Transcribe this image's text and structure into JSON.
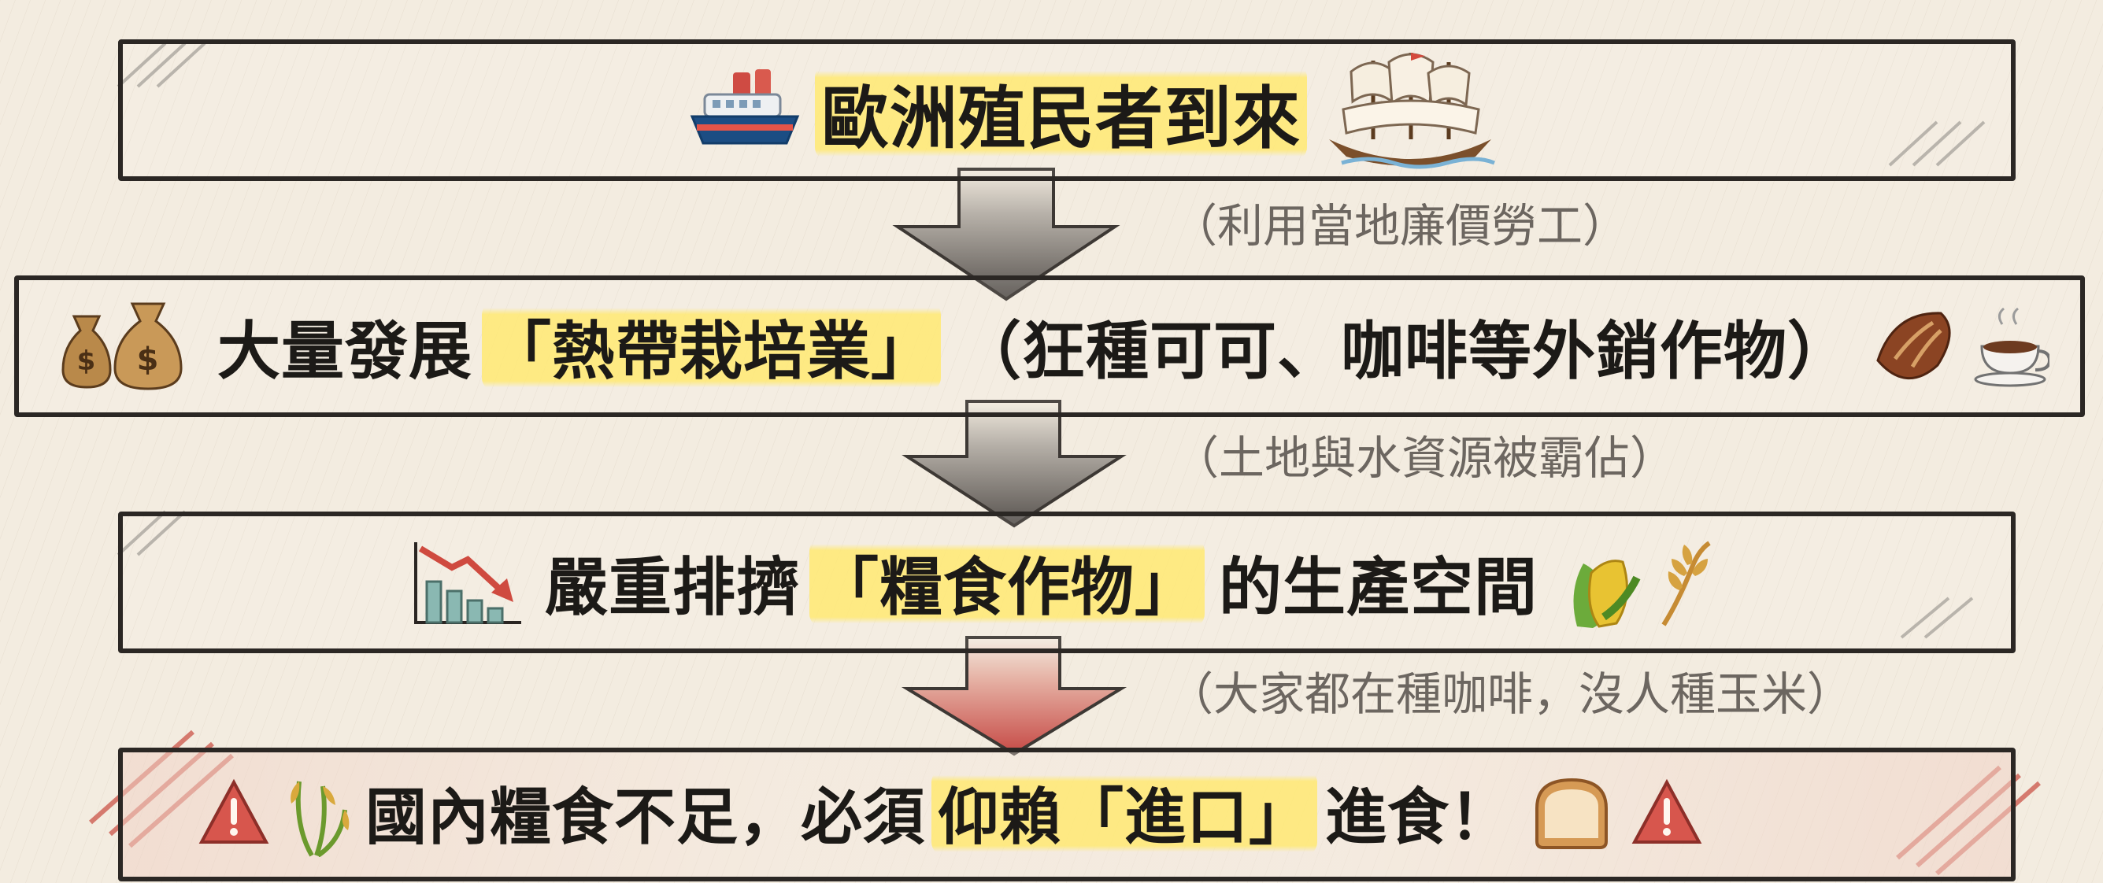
{
  "steps": [
    {
      "prefix": "",
      "highlight": "歐洲殖民者到來",
      "suffix": "",
      "icons_left": [
        "ship-icon"
      ],
      "icons_right": [
        "sailing-ship-icon"
      ]
    },
    {
      "prefix": "大量發展",
      "highlight": "「熱帶栽培業」",
      "suffix": "（狂種可可、咖啡等外銷作物）",
      "icons_left": [
        "money-bag-icon",
        "money-bag-icon"
      ],
      "icons_right": [
        "cocoa-pod-icon",
        "coffee-cup-icon"
      ]
    },
    {
      "prefix": "嚴重排擠",
      "highlight": "「糧食作物」",
      "suffix": "的生產空間",
      "icons_left": [
        "declining-chart-icon"
      ],
      "icons_right": [
        "corn-icon",
        "wheat-icon"
      ]
    },
    {
      "prefix": "國內糧食不足，必須",
      "highlight": "仰賴「進口」",
      "suffix": "進食！",
      "icons_left": [
        "warning-icon",
        "rice-plant-icon"
      ],
      "icons_right": [
        "bread-icon",
        "warning-icon"
      ]
    }
  ],
  "connectors": [
    {
      "note": "（利用當地廉價勞工）"
    },
    {
      "note": "（土地與水資源被霸佔）"
    },
    {
      "note": "（大家都在種咖啡，沒人種玉米）"
    }
  ],
  "colors": {
    "highlight": "#ffe977",
    "frame": "#2b2724",
    "note_text": "#6c6660",
    "alert": "#c94a3f",
    "arrow_gray": "#6f6963",
    "arrow_red": "#c64a46"
  }
}
